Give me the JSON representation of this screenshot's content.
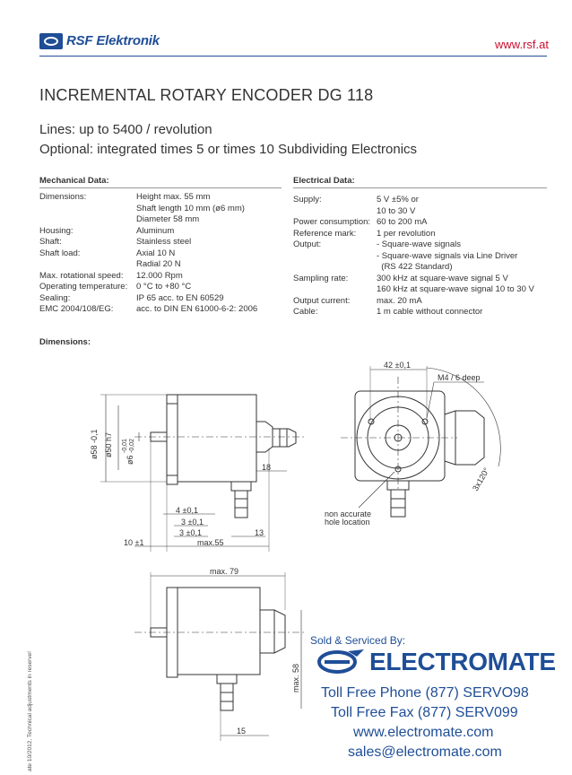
{
  "header": {
    "brand": "RSF Elektronik",
    "url": "www.rsf.at"
  },
  "title": "INCREMENTAL ROTARY ENCODER DG 118",
  "subtitle_lines": "Lines: up to 5400 / revolution",
  "subtitle_optional": "Optional: integrated times 5 or times 10 Subdividing Electronics",
  "mechanical": {
    "heading": "Mechanical Data:",
    "rows": [
      [
        "Dimensions:",
        "Height max. 55 mm"
      ],
      [
        "",
        "Shaft length 10 mm (ø6 mm)"
      ],
      [
        "",
        "Diameter 58 mm"
      ],
      [
        "Housing:",
        "Aluminum"
      ],
      [
        "Shaft:",
        "Stainless steel"
      ],
      [
        "Shaft load:",
        "Axial 10 N"
      ],
      [
        "",
        "Radial 20 N"
      ],
      [
        "Max. rotational speed:",
        "12.000 Rpm"
      ],
      [
        "Operating temperature:",
        "0 °C to +80 °C"
      ],
      [
        "Sealing:",
        "IP 65 acc. to EN 60529"
      ],
      [
        "EMC 2004/108/EG:",
        "acc. to DIN EN 61000-6-2: 2006"
      ]
    ]
  },
  "electrical": {
    "heading": "Electrical Data:",
    "rows": [
      [
        "Supply:",
        "5 V ±5% or"
      ],
      [
        "",
        "10 to 30 V"
      ],
      [
        "Power consumption:",
        "60 to 200 mA"
      ],
      [
        "Reference mark:",
        "1 per revolution"
      ],
      [
        "Output:",
        "- Square-wave signals"
      ],
      [
        "",
        "- Square-wave signals via Line Driver"
      ],
      [
        "",
        "  (RS 422 Standard)"
      ],
      [
        "Sampling rate:",
        "300 kHz at square-wave signal 5 V"
      ],
      [
        "",
        "160 kHz at square-wave signal 10 to 30 V"
      ],
      [
        "Output current:",
        "max. 20 mA"
      ],
      [
        "Cable:",
        "1 m cable without connector"
      ]
    ]
  },
  "dimensions_heading": "Dimensions:",
  "drawing_labels": {
    "d58": "ø58 -0,1",
    "d50": "ø50 h7",
    "d6": "ø6",
    "d6_tol_top": "-0,01",
    "d6_tol_bot": "-0,02",
    "dim18": "18",
    "dim4": "4 ±0,1",
    "dim3a": "3 ±0,1",
    "dim3b": "3 ±0,1",
    "dim13": "13",
    "dim10": "10 ±1",
    "max55": "max.55",
    "dim42": "42 ±0,1",
    "m4": "M4 / 6 deep",
    "angle": "3x120°",
    "hole_note_1": "non accurate",
    "hole_note_2": "hole location",
    "max79": "max. 79",
    "max58": "max. 58",
    "dim15": "15"
  },
  "side_note": "ate 10/2012, Technical adjustments in reserve!",
  "dealer": {
    "sold_by": "Sold & Serviced By:",
    "name": "ELECTROMATE",
    "phone": "Toll Free Phone  (877) SERVO98",
    "fax": "Toll Free Fax  (877) SERV099",
    "web": "www.electromate.com",
    "email": "sales@electromate.com"
  },
  "colors": {
    "brand_blue": "#1f4e97",
    "url_red": "#c8102e"
  }
}
